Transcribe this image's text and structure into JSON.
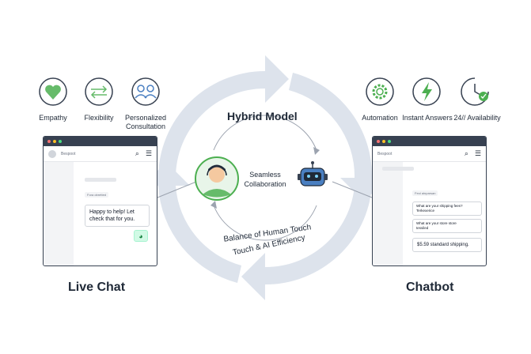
{
  "left_features": [
    {
      "label": "Empathy",
      "icon": "heart-icon"
    },
    {
      "label": "Flexibility",
      "icon": "arrows-icon"
    },
    {
      "label": "Personalized\nConsultation",
      "icon": "people-icon"
    }
  ],
  "right_features": [
    {
      "label": "Automation",
      "icon": "gear-icon"
    },
    {
      "label": "Instant Answers",
      "icon": "lightning-icon"
    },
    {
      "label": "24// Availability",
      "icon": "clock-check-icon"
    }
  ],
  "center": {
    "title": "Hybrid Model",
    "seamless": "Seamless\nCollaboration",
    "balance_line1": "Balance of Human Touch",
    "balance_line2": "Touch & AI Efficiency"
  },
  "live_chat": {
    "section_title": "Live Chat",
    "window_title": "Bespoot",
    "small_tag": "Fora obretted",
    "message": "Happy to help! Let\ncheck that for you."
  },
  "chatbot": {
    "section_title": "Chatbot",
    "window_title": "Bespoot",
    "small_tag": "Feoi ainparsan",
    "q1": "What are your shipping fees?\nTerkexerice",
    "q2": "What are your store store\ntessiled",
    "answer": "$5.59 standard shipping."
  },
  "colors": {
    "green": "#4caf50",
    "light_green": "#a5d6a7",
    "blue": "#4a7fc1",
    "dark": "#374151",
    "arc": "#dbe2ec"
  }
}
